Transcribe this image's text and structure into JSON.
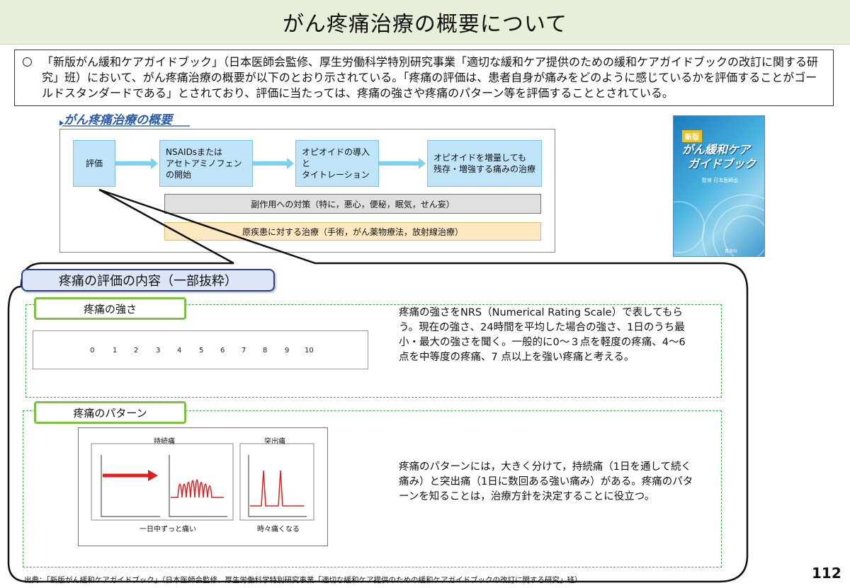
{
  "header": {
    "title": "がん疼痛治療の概要について"
  },
  "intro": {
    "bullet": "○",
    "text": "「新版がん緩和ケアガイドブック」（日本医師会監修、厚生労働科学特別研究事業「適切な緩和ケア提供のための緩和ケアガイドブックの改訂に関する研究」班）において、がん疼痛治療の概要が以下のとおり示されている。「疼痛の評価は、患者自身が痛みをどのように感じているかを評価することがゴールドスタンダードである」とされており、評価に当たっては、疼痛の強さや疼痛のパターン等を評価することとされている。"
  },
  "overview": {
    "title": "がん疼痛治療の概要",
    "steps": [
      {
        "label": "評価"
      },
      {
        "label": "NSAIDsまたは\nアセトアミノフェン\nの開始"
      },
      {
        "label": "オピオイドの導入と\nタイトレーション"
      },
      {
        "label": "オピオイドを増量しても\n残存・増強する痛みの治療"
      }
    ],
    "side_effects": "副作用への対策（特に，悪心，便秘，眠気，せん妄）",
    "primary_treatment": "原疾患に対する治療（手術，がん薬物療法，放射線治療）"
  },
  "book": {
    "badge": "新版",
    "title_line1": "がん緩和ケア",
    "title_line2": "ガイドブック",
    "supervisor": "監修 日本医師会",
    "publisher": "青海社"
  },
  "evaluation": {
    "title": "疼痛の評価の内容（一部抜粋）",
    "intensity": {
      "tab": "疼痛の強さ",
      "scale": [
        "0",
        "1",
        "2",
        "3",
        "4",
        "5",
        "6",
        "7",
        "8",
        "9",
        "10"
      ],
      "description": "疼痛の強さをNRS（Numerical Rating Scale）で表してもらう。現在の強さ、24時間を平均した場合の強さ、1日のうち最小・最大の強さを聞く。一般的に0～３点を軽度の疼痛、4～6 点を中等度の疼痛、7 点以上を強い疼痛と考える。"
    },
    "pattern": {
      "tab": "疼痛のパターン",
      "continuous_label": "持続痛",
      "continuous_caption": "一日中ずっと痛い",
      "breakthrough_label": "突出痛",
      "breakthrough_caption": "時々痛くなる",
      "description": "疼痛のパターンには，大きく分けて，持続痛（1日を通して続く痛み）と突出痛（1日に数回ある強い痛み）がある。疼痛のパターンを知ることは，治療方針を決定することに役立つ。"
    }
  },
  "footer": {
    "source": "出典：「新版がん緩和ケアガイドブック」（日本医師会監修、厚生労働科学特別研究事業「適切な緩和ケア提供のための緩和ケアガイドブックの改訂に関する研究」班）",
    "page_number": "112"
  },
  "colors": {
    "title_band": "#e6efd8",
    "flow_box": "#bfe3f7",
    "dashed_green": "#39b54a",
    "tab_green": "#7cc242",
    "eval_title_border": "#2b3f8f",
    "pain_red": "#e02020"
  }
}
